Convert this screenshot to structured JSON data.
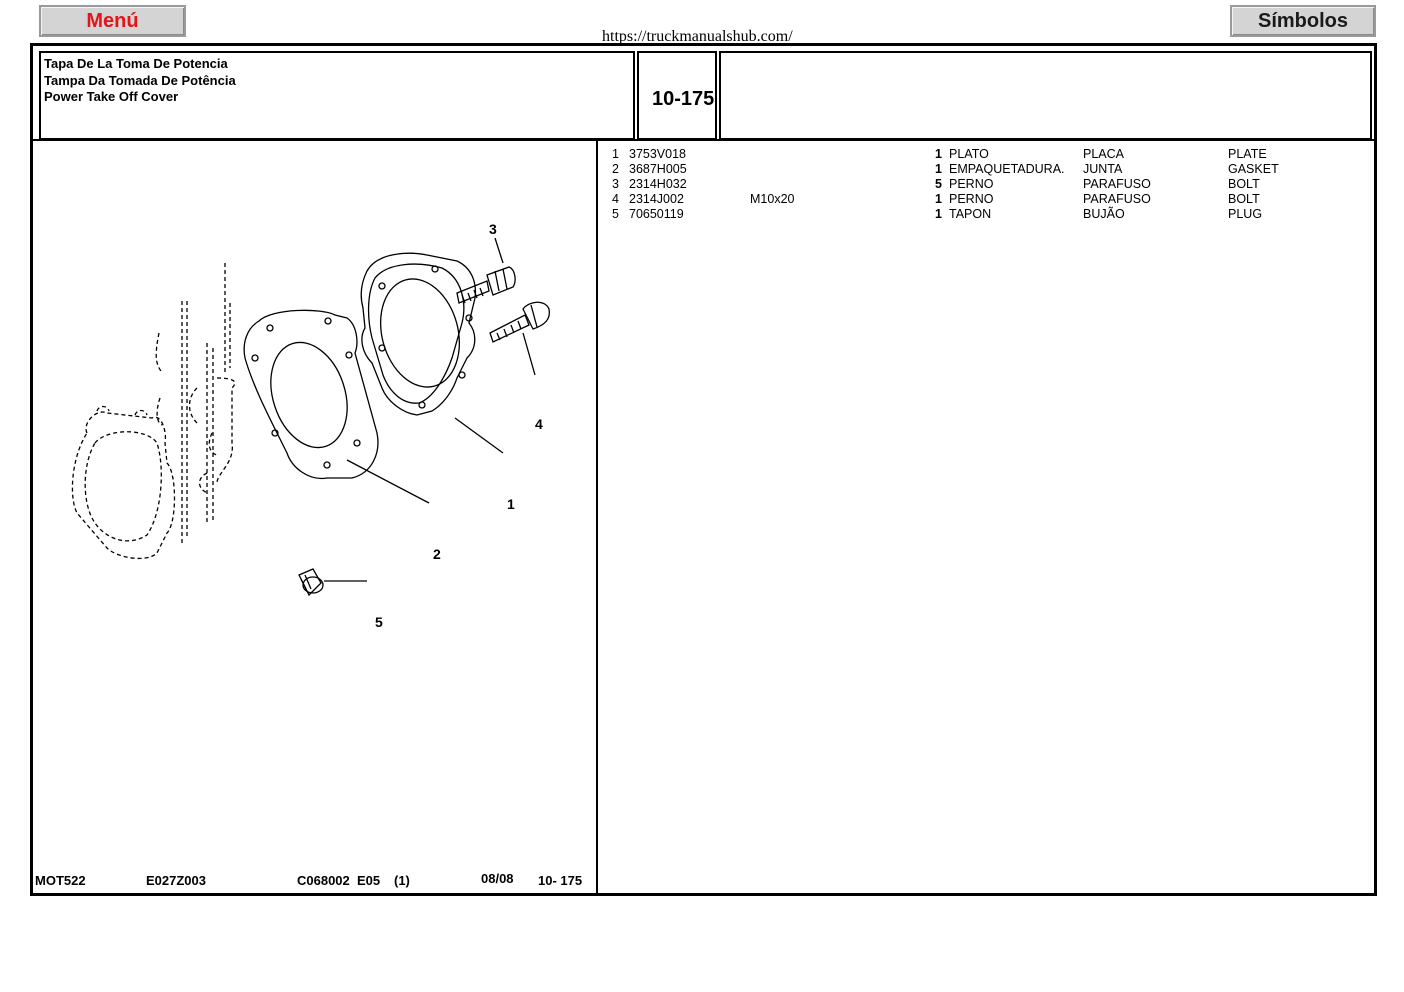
{
  "toolbar": {
    "menu_label": "Menú",
    "symbols_label": "Símbolos"
  },
  "source_url": "https://truckmanualshub.com/",
  "header": {
    "title_es": "Tapa De La Toma De Potencia",
    "title_pt": "Tampa Da Tomada De Potência",
    "title_en": "Power Take Off Cover",
    "page_number": "10-175"
  },
  "diagram": {
    "callouts": [
      "3",
      "4",
      "1",
      "2",
      "5"
    ]
  },
  "parts": [
    {
      "item": "1",
      "part_no": "3753V018",
      "spec": "",
      "qty": "1",
      "es": "PLATO",
      "pt": "PLACA",
      "en": "PLATE"
    },
    {
      "item": "2",
      "part_no": "3687H005",
      "spec": "",
      "qty": "1",
      "es": "EMPAQUETADURA.",
      "pt": "JUNTA",
      "en": "GASKET"
    },
    {
      "item": "3",
      "part_no": "2314H032",
      "spec": "",
      "qty": "5",
      "es": "PERNO",
      "pt": "PARAFUSO",
      "en": "BOLT"
    },
    {
      "item": "4",
      "part_no": "2314J002",
      "spec": "M10x20",
      "qty": "1",
      "es": "PERNO",
      "pt": "PARAFUSO",
      "en": "BOLT"
    },
    {
      "item": "5",
      "part_no": "70650119",
      "spec": "",
      "qty": "1",
      "es": "TAPON",
      "pt": "BUJÃO",
      "en": "PLUG"
    }
  ],
  "footer": {
    "model": "MOT522",
    "code1": "E027Z003",
    "code2": "C068002  E05",
    "code3": "(1)",
    "date": "08/08",
    "page": "10- 175"
  }
}
